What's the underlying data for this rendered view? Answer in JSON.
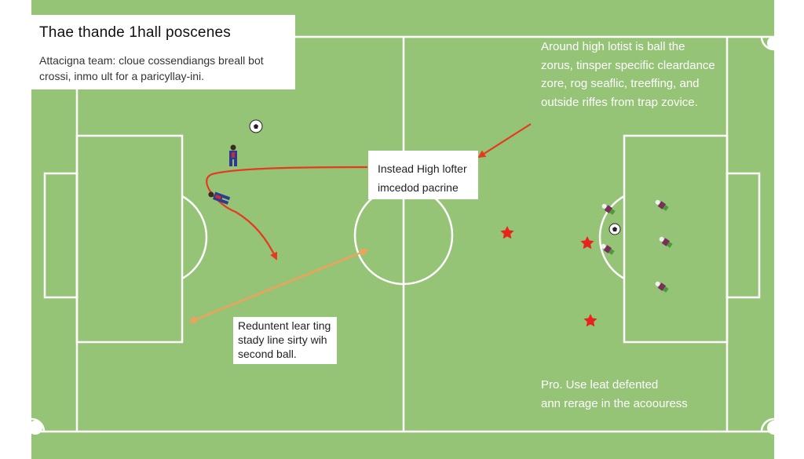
{
  "title": "Thae thande 1hall poscenes",
  "subtitle_lines": [
    "Attacigna team: cloue cossendiangs breall bot",
    "crossi, inmo ult for a paricyllay-ini."
  ],
  "callouts": [
    {
      "id": "center",
      "lines": [
        "Instead High lofter",
        "imcedod pacrine"
      ]
    },
    {
      "id": "left",
      "lines": [
        "Reduntent lear ting",
        "stady line sirty wih",
        "second ball."
      ]
    }
  ],
  "notes": [
    {
      "id": "top-right",
      "lines": [
        "Around high lotist is ball the",
        "zorus, tinsper specific cleardance",
        "zore, rog seaflic, treeffing, and",
        "outside riffes from trap zovice."
      ]
    },
    {
      "id": "bottom-right",
      "lines": [
        "Pro. Use leat defented",
        "ann rerage in the acoouress"
      ]
    }
  ],
  "colors": {
    "pitch": "#95c477",
    "lines": "#ffffff",
    "run_arrow": "#e53a1f",
    "pass_arrow": "#f3a15a",
    "target_star": "#e8231c",
    "home_kit": "#2f3a8f",
    "away_kit": "#7a2f5a"
  },
  "icons": [
    "soccer-ball-icon",
    "player-figure-icon",
    "star-marker-icon",
    "arrow-icon"
  ]
}
